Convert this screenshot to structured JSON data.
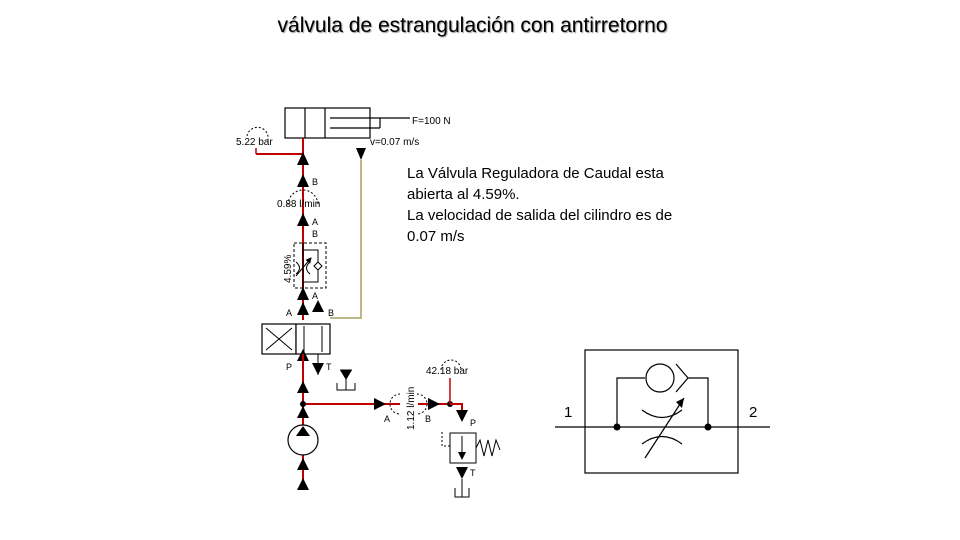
{
  "title": "válvula de estrangulación con antirretorno",
  "description": {
    "line1": "La Válvula Reguladora de Caudal esta abierta al 4.59%.",
    "line2": "La velocidad de salida del cilindro es de 0.07  m/s"
  },
  "circuit": {
    "force_label": "F=100 N",
    "velocity_label": "v=0.07 m/s",
    "cylinder_pressure": "5.22 bar",
    "flow_cylinder": "0.88 l/min",
    "valve_opening": "4.59%",
    "relief_pressure": "42.18 bar",
    "pump_flow": "1.12 l/min",
    "port_a": "A",
    "port_b": "B",
    "port_p": "P",
    "port_t": "T"
  },
  "symbol": {
    "port_1": "1",
    "port_2": "2"
  },
  "colors": {
    "pressure_line": "#c00000",
    "return_line": "#a8a060",
    "line": "#000000"
  }
}
